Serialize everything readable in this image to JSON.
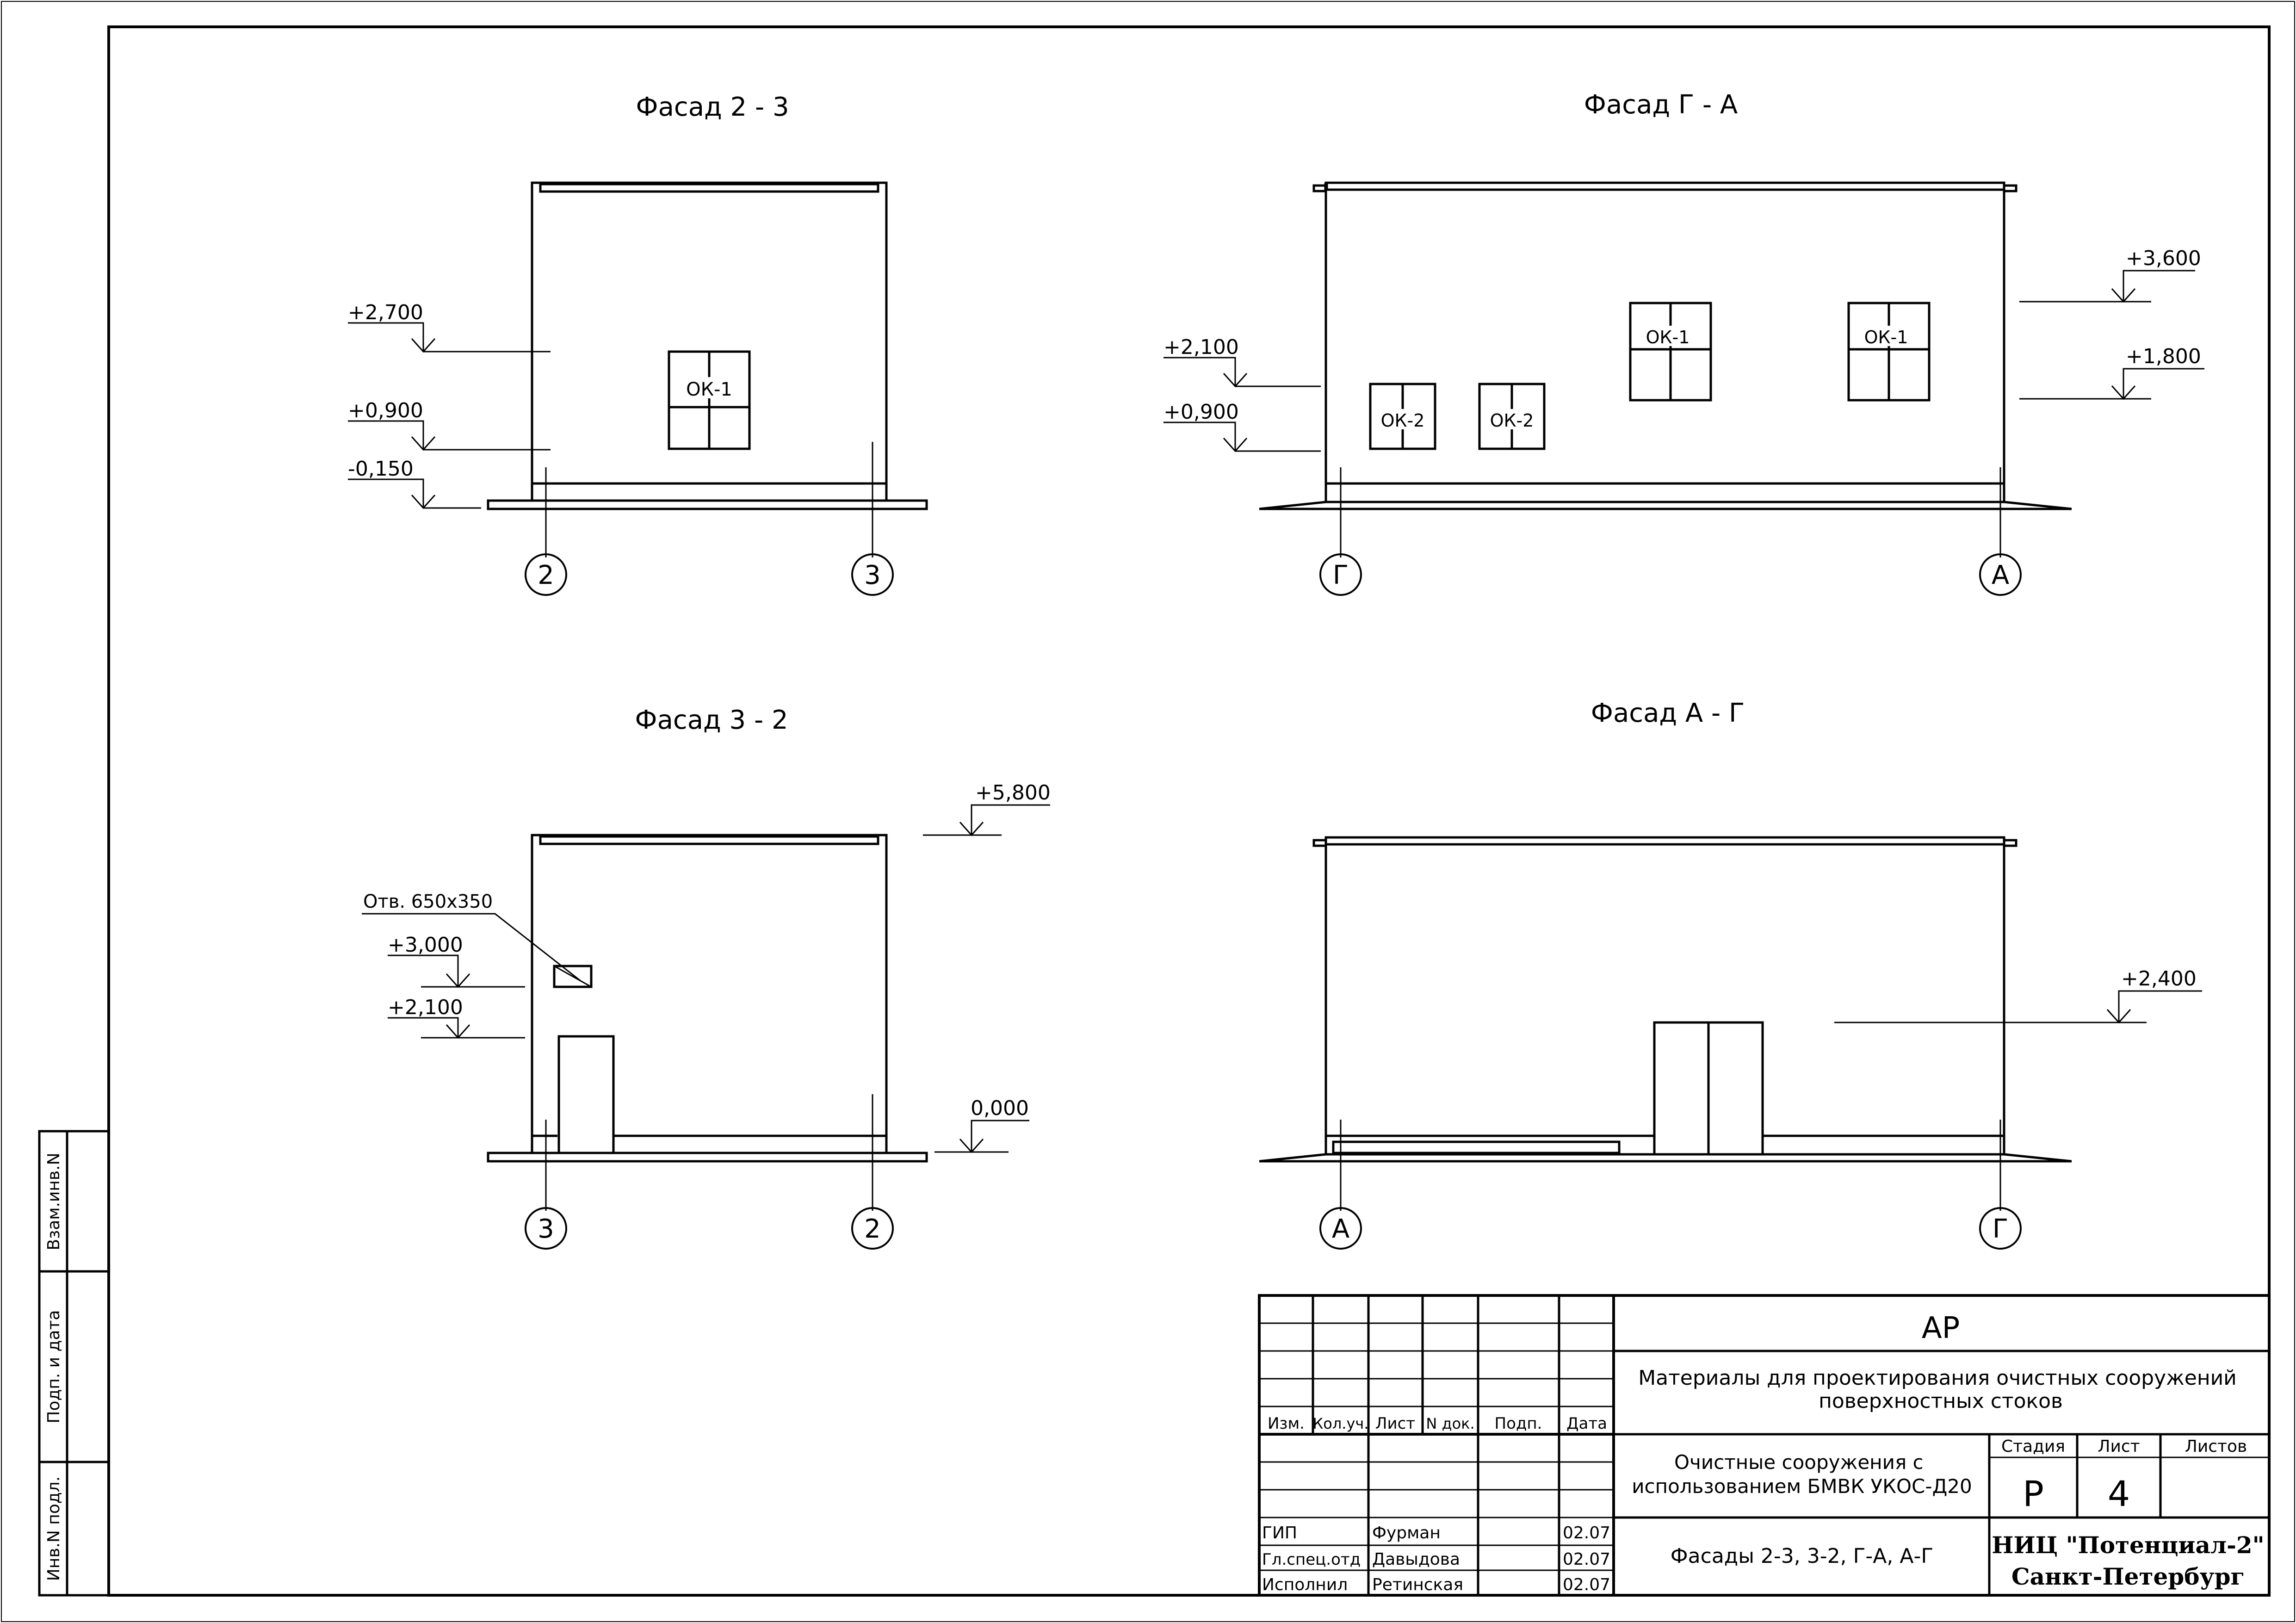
{
  "facades": [
    {
      "title": "Фасад 2 - 3",
      "axes": [
        "2",
        "3"
      ],
      "window_labels": [
        "ОК-1"
      ],
      "elevations": [
        "+2,700",
        "+0,900",
        "-0,150"
      ]
    },
    {
      "title": "Фасад Г - А",
      "axes": [
        "Г",
        "А"
      ],
      "window_labels": [
        "ОК-2",
        "ОК-2",
        "ОК-1",
        "ОК-1"
      ],
      "elevations_left": [
        "+2,100",
        "+0,900"
      ],
      "elevations_right": [
        "+3,600",
        "+1,800"
      ]
    },
    {
      "title": "Фасад 3 - 2",
      "axes": [
        "3",
        "2"
      ],
      "opening_note": "Отв. 650х350",
      "elevations_left": [
        "+3,000",
        "+2,100"
      ],
      "elevations_right": [
        "+5,800",
        "0,000"
      ]
    },
    {
      "title": "Фасад А - Г",
      "axes": [
        "А",
        "Г"
      ],
      "elevations_right": [
        "+2,400"
      ]
    }
  ],
  "side_stamp": {
    "labels": [
      "Взам.инв.N",
      "Подп. и дата",
      "Инв.N подл."
    ]
  },
  "title_block": {
    "code": "АР",
    "project": "Материалы для проектирования очистных сооружений поверхностных стоков",
    "object": "Очистные сооружения с использованием БМВК УКОС-Д20",
    "sheet_title": "Фасады 2-3, 3-2, Г-А, А-Г",
    "org_line1": "НИЦ \"Потенциал-2\"",
    "org_line2": "Санкт-Петербург",
    "col_headers": [
      "Изм.",
      "Кол.уч.",
      "Лист",
      "N док.",
      "Подп.",
      "Дата"
    ],
    "stage_headers": [
      "Стадия",
      "Лист",
      "Листов"
    ],
    "stage": "Р",
    "sheet_no": "4",
    "sheets_total": "",
    "staff": [
      {
        "role": "ГИП",
        "name": "Фурман",
        "date": "02.07"
      },
      {
        "role": "Гл.спец.отд",
        "name": "Давыдова",
        "date": "02.07"
      },
      {
        "role": "Исполнил",
        "name": "Ретинская",
        "date": "02.07"
      }
    ]
  }
}
